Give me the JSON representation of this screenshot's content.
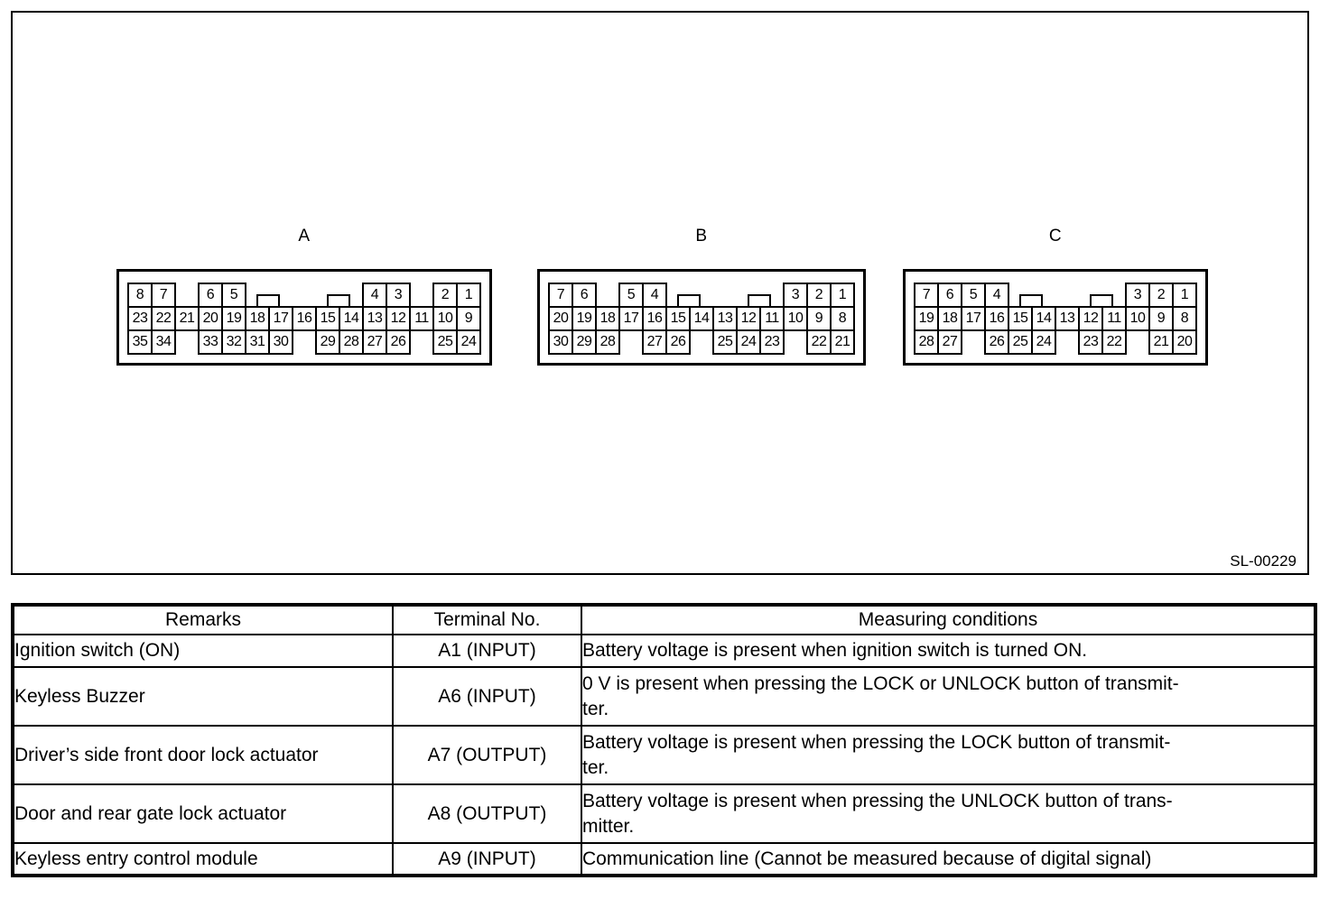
{
  "diagram": {
    "figure_code": "SL-00229",
    "connectors": [
      {
        "label": "A",
        "middle": [
          "23",
          "22",
          "21",
          "20",
          "19",
          "18",
          "17",
          "16",
          "15",
          "14",
          "13",
          "12",
          "11",
          "10",
          "9"
        ],
        "top": {
          "0": "8",
          "1": "7",
          "3": "6",
          "4": "5",
          "10": "4",
          "11": "3",
          "13": "2",
          "14": "1"
        },
        "bottom": {
          "0": "35",
          "1": "34",
          "3": "33",
          "4": "32",
          "5": "31",
          "6": "30",
          "8": "29",
          "9": "28",
          "10": "27",
          "11": "26",
          "13": "25",
          "14": "24"
        },
        "tabs": [
          6,
          9
        ]
      },
      {
        "label": "B",
        "middle": [
          "20",
          "19",
          "18",
          "17",
          "16",
          "15",
          "14",
          "13",
          "12",
          "11",
          "10",
          "9",
          "8"
        ],
        "top": {
          "0": "7",
          "1": "6",
          "3": "5",
          "4": "4",
          "10": "3",
          "11": "2",
          "12": "1"
        },
        "bottom": {
          "0": "30",
          "1": "29",
          "2": "28",
          "4": "27",
          "5": "26",
          "7": "25",
          "8": "24",
          "9": "23",
          "11": "22",
          "12": "21"
        },
        "tabs": [
          6,
          9
        ]
      },
      {
        "label": "C",
        "middle": [
          "19",
          "18",
          "17",
          "16",
          "15",
          "14",
          "13",
          "12",
          "11",
          "10",
          "9",
          "8"
        ],
        "top": {
          "0": "7",
          "1": "6",
          "2": "5",
          "3": "4",
          "9": "3",
          "10": "2",
          "11": "1"
        },
        "bottom": {
          "0": "28",
          "1": "27",
          "3": "26",
          "4": "25",
          "5": "24",
          "7": "23",
          "8": "22",
          "10": "21",
          "11": "20"
        },
        "tabs": [
          5,
          8
        ]
      }
    ]
  },
  "table": {
    "headers": [
      "Remarks",
      "Terminal No.",
      "Measuring conditions"
    ],
    "rows": [
      {
        "remarks": "Ignition switch (ON)",
        "terminal": "A1 (INPUT)",
        "conditions": "Battery voltage is present when ignition switch is turned ON."
      },
      {
        "remarks": "Keyless Buzzer",
        "terminal": "A6 (INPUT)",
        "conditions": "0 V is present when pressing the LOCK or UNLOCK button of transmit-\nter."
      },
      {
        "remarks": "Driver’s side front door lock actuator",
        "terminal": "A7 (OUTPUT)",
        "conditions": "Battery voltage is present when pressing the LOCK button of transmit-\nter."
      },
      {
        "remarks": "Door and rear gate lock actuator",
        "terminal": "A8 (OUTPUT)",
        "conditions": "Battery voltage is present when pressing the UNLOCK button of trans-\nmitter."
      },
      {
        "remarks": "Keyless entry control module",
        "terminal": "A9 (INPUT)",
        "conditions": "Communication line (Cannot be measured because of digital signal)"
      }
    ]
  }
}
